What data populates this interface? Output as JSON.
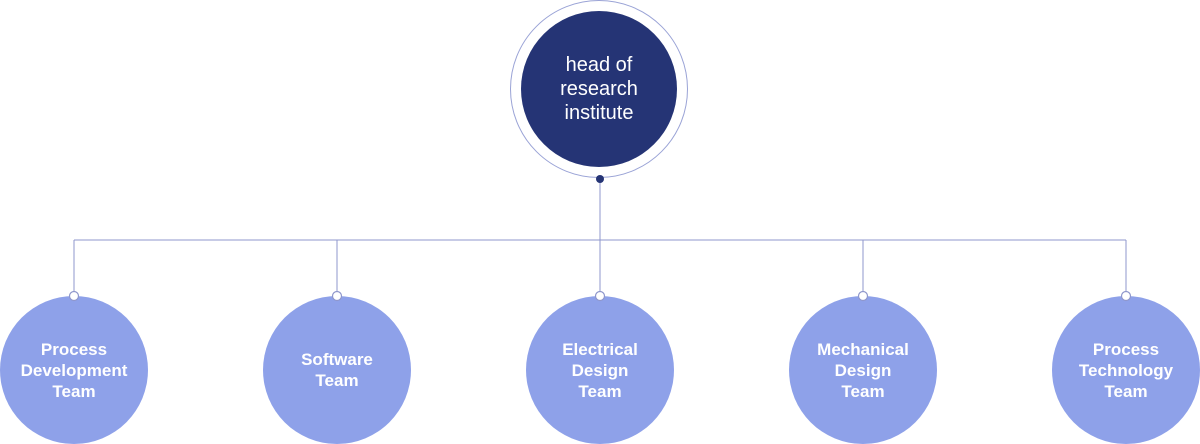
{
  "head": {
    "label": "head of\nresearch\ninstitute",
    "color": "#253475"
  },
  "teams": [
    {
      "label": "Process\nDevelopment\nTeam"
    },
    {
      "label": "Software\nTeam"
    },
    {
      "label": "Electrical\nDesign\nTeam"
    },
    {
      "label": "Mechanical\nDesign\nTeam"
    },
    {
      "label": "Process\nTechnology\nTeam"
    }
  ],
  "colors": {
    "team_fill": "#8ea1e9",
    "connector": "#8f97cc"
  }
}
